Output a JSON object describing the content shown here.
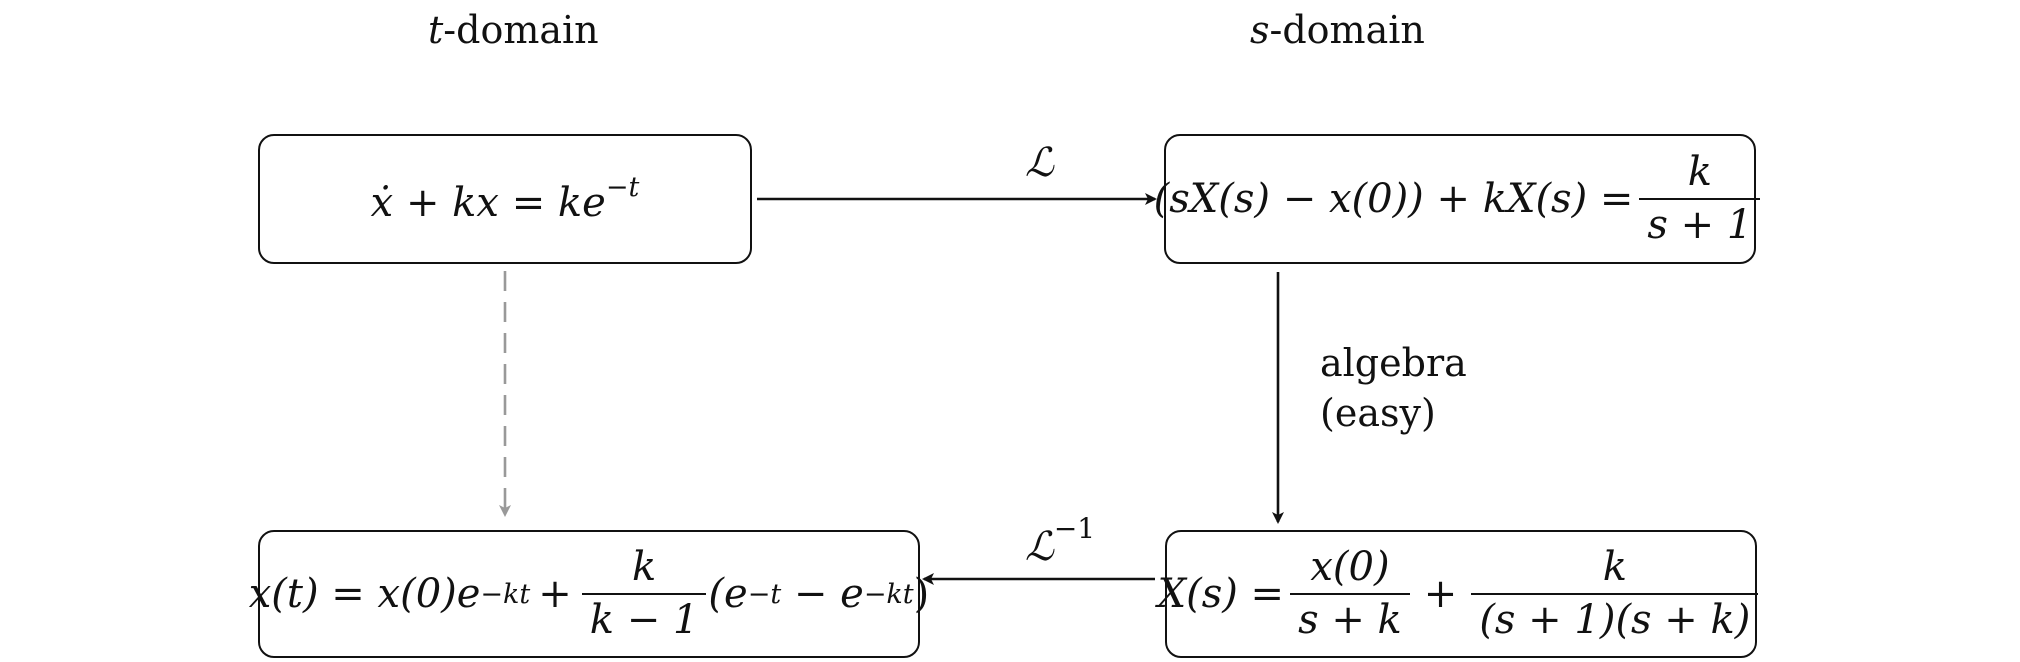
{
  "headers": {
    "t_var": "t",
    "t_rest": "-domain",
    "s_var": "s",
    "s_rest": "-domain"
  },
  "boxes": {
    "ode": {
      "lhs": "ẋ + kx = ke",
      "exp": "−t"
    },
    "laplace_eq": {
      "lhs": "(sX(s) − x(0)) + kX(s) =",
      "num": "k",
      "den": "s + 1"
    },
    "xs": {
      "lhs": "X(s) =",
      "frac1_num": "x(0)",
      "frac1_den": "s + k",
      "plus": "+",
      "frac2_num": "k",
      "frac2_den": "(s + 1)(s + k)"
    },
    "solution": {
      "lhs": "x(t) = x(0)e",
      "exp1": "−kt",
      "plus": "+",
      "num": "k",
      "den": "k − 1",
      "paren_open": "(e",
      "exp2": "−t",
      "minus": " − e",
      "exp3": "−kt",
      "paren_close": ")"
    }
  },
  "arrows": {
    "laplace_label": "ℒ",
    "inverse_label": "ℒ",
    "inverse_sup": "−1",
    "algebra_line1": "algebra",
    "algebra_line2": "(easy)"
  },
  "colors": {
    "ink": "#111111",
    "dashed": "#999999"
  }
}
